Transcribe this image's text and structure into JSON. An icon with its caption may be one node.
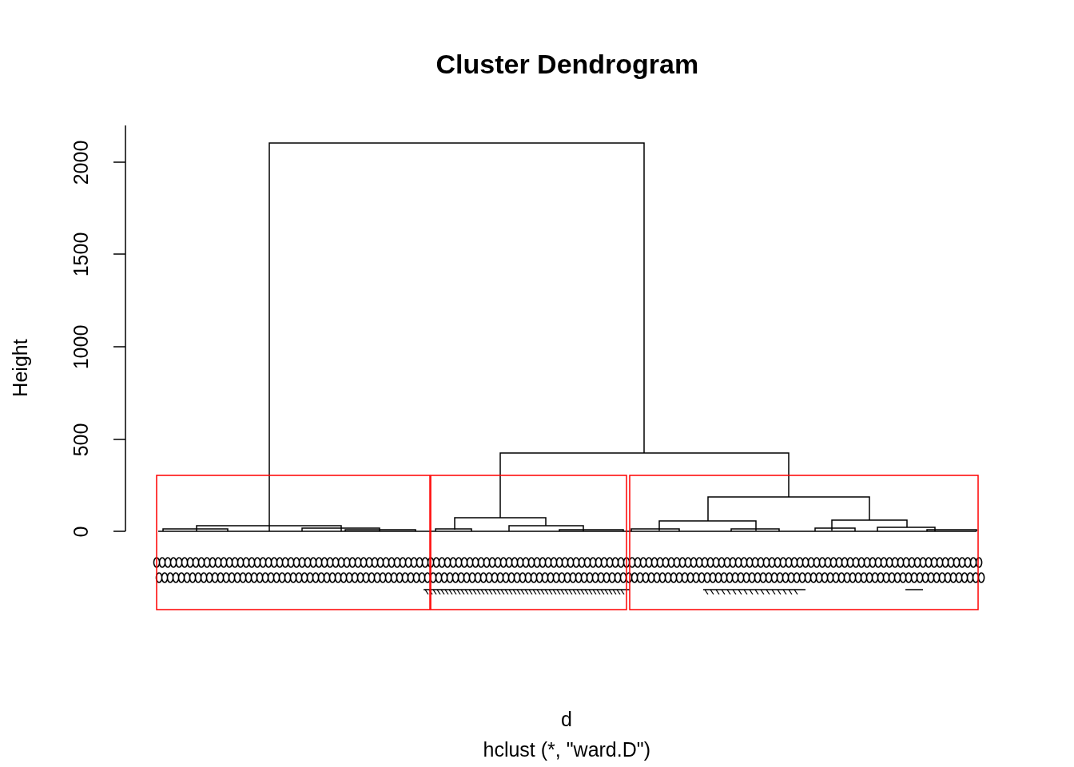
{
  "diagram": {
    "title": "Cluster Dendrogram",
    "labels": [
      "Height",
      "2000",
      "1500",
      "1000",
      "500",
      "0",
      "d",
      "hclust (*, \"ward.D\")"
    ]
  }
}
